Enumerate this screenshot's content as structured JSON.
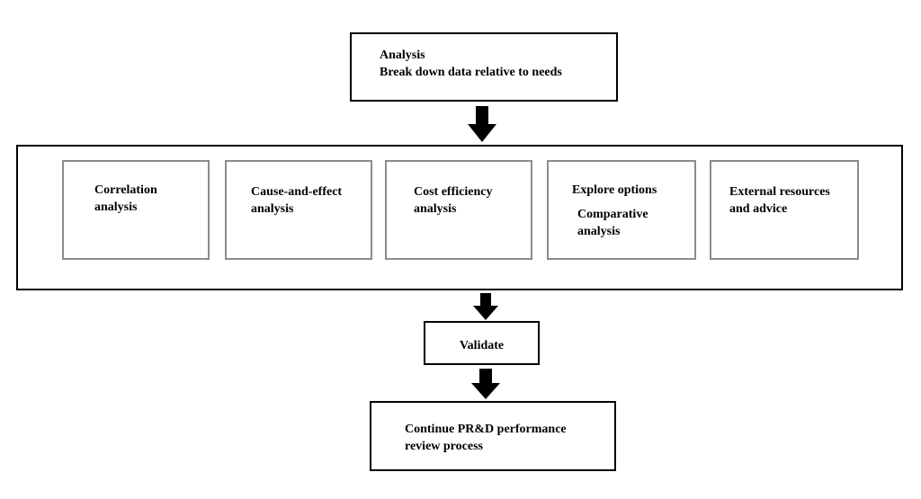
{
  "top_box": {
    "line1": "Analysis",
    "line2": "Break down data relative to needs"
  },
  "analysis_types": [
    {
      "line1": "Correlation",
      "line2": "analysis"
    },
    {
      "line1": "Cause-and-effect",
      "line2": "analysis"
    },
    {
      "line1": "Cost efficiency",
      "line2": "analysis"
    },
    {
      "line1": "Explore options",
      "line2": "Comparative",
      "line3": "analysis"
    },
    {
      "line1": "External resources",
      "line2": "and advice"
    }
  ],
  "validate": {
    "label": "Validate"
  },
  "final_box": {
    "line1": "Continue PR&D performance",
    "line2": "review process"
  }
}
